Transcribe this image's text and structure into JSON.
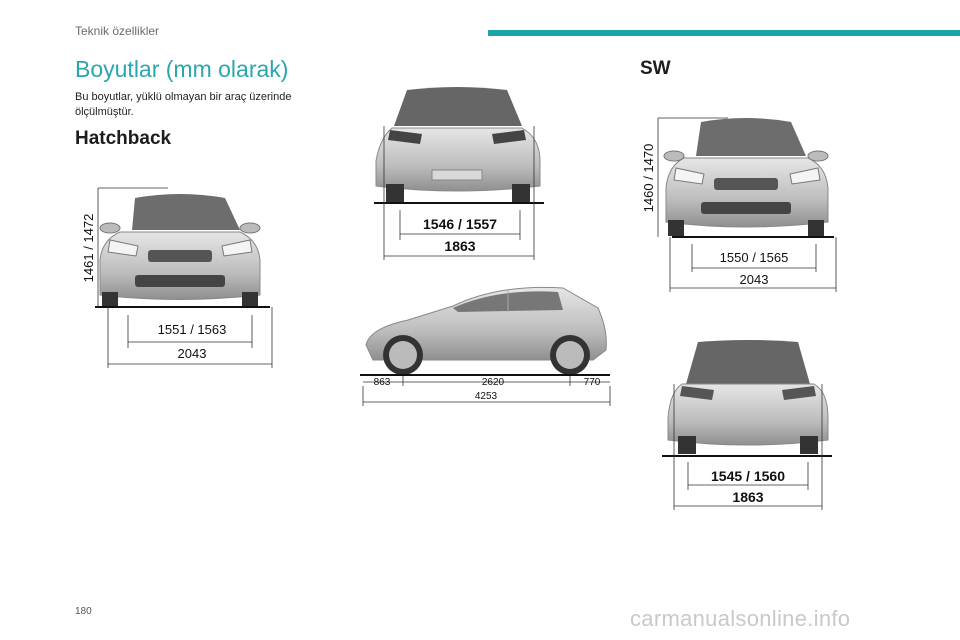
{
  "header": {
    "section": "Teknik özellikler",
    "accent_color": "#1aa3a8"
  },
  "page": {
    "title": "Boyutlar (mm olarak)",
    "intro": "Bu boyutlar, yüklü olmayan bir araç üzerinde ölçülmüştür.",
    "page_number": "180"
  },
  "hatchback": {
    "heading": "Hatchback",
    "front": {
      "height": "1461 / 1472",
      "track": "1551 / 1563",
      "width": "2043"
    },
    "rear": {
      "track": "1546 / 1557",
      "width": "1863"
    },
    "side": {
      "front_overhang": "863",
      "wheelbase": "2620",
      "rear_overhang": "770",
      "length": "4253"
    }
  },
  "sw": {
    "heading": "SW",
    "front": {
      "height": "1460 / 1470",
      "track": "1550 / 1565",
      "width": "2043"
    },
    "rear": {
      "track": "1545 / 1560",
      "width": "1863"
    }
  },
  "watermark": "carmanualsonline.info"
}
